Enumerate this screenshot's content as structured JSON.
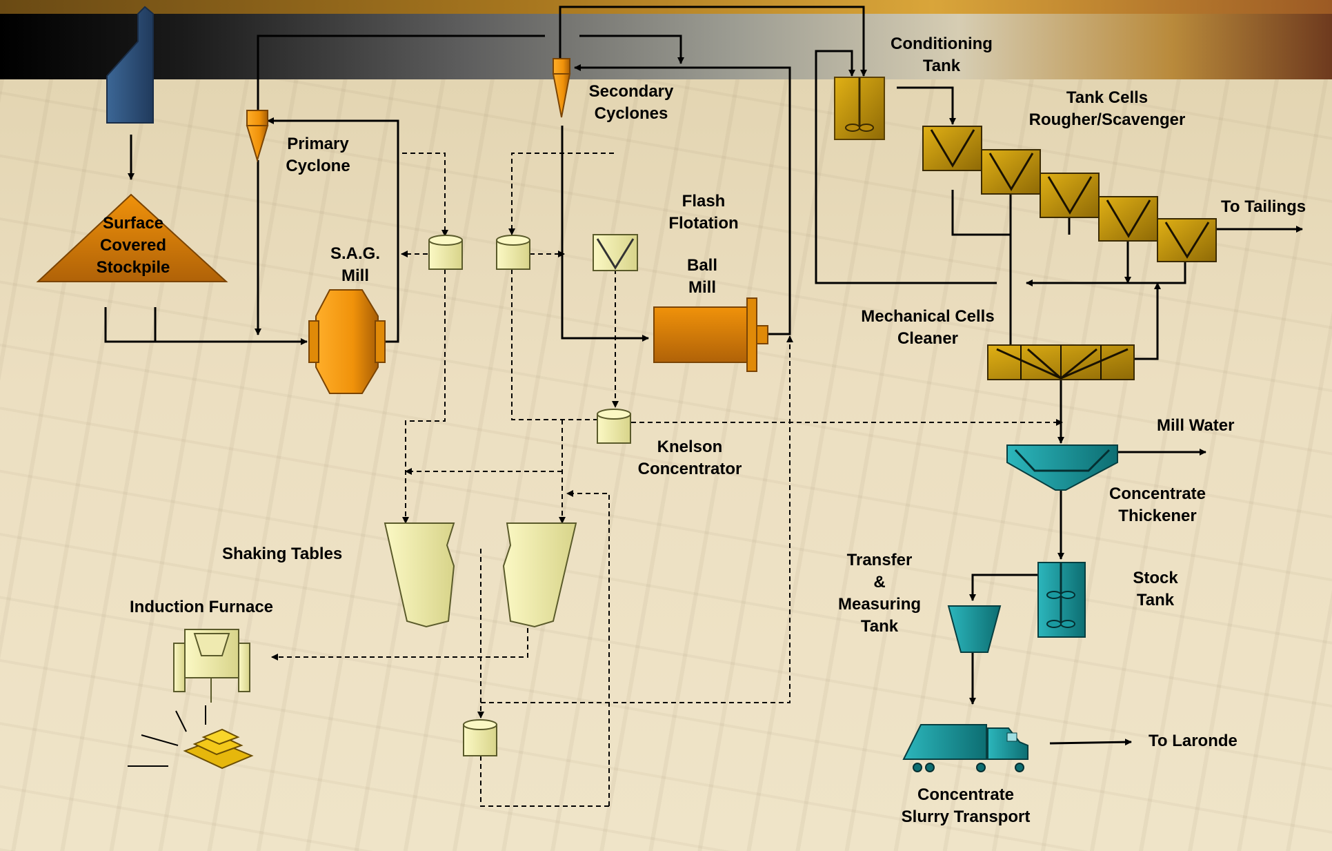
{
  "labels": {
    "surface_stockpile": [
      "Surface",
      "Covered",
      "Stockpile"
    ],
    "primary_cyclone": [
      "Primary",
      "Cyclone"
    ],
    "sag_mill": [
      "S.A.G.",
      "Mill"
    ],
    "secondary_cyclones": [
      "Secondary",
      "Cyclones"
    ],
    "flash_flotation": [
      "Flash",
      "Flotation"
    ],
    "ball_mill": [
      "Ball",
      "Mill"
    ],
    "conditioning_tank": [
      "Conditioning",
      "Tank"
    ],
    "tank_cells": [
      "Tank Cells",
      "Rougher/Scavenger"
    ],
    "to_tailings": "To Tailings",
    "mechanical_cells": [
      "Mechanical Cells",
      "Cleaner"
    ],
    "mill_water": "Mill Water",
    "knelson_concentrator": [
      "Knelson",
      "Concentrator"
    ],
    "concentrate_thickener": [
      "Concentrate",
      "Thickener"
    ],
    "shaking_tables": "Shaking Tables",
    "induction_furnace": "Induction Furnace",
    "transfer_tank": [
      "Transfer",
      "&",
      "Measuring",
      "Tank"
    ],
    "stock_tank": [
      "Stock",
      "Tank"
    ],
    "to_laronde": "To Laronde",
    "slurry_transport": [
      "Concentrate",
      "Slurry Transport"
    ]
  },
  "colors": {
    "orange_equipment": "#f0920a",
    "gold_cells": "#c9960a",
    "teal_equipment": "#1a9aa0",
    "pale_yellow": "#f2f0a8",
    "stockpile_blue": "#2e4f78"
  }
}
